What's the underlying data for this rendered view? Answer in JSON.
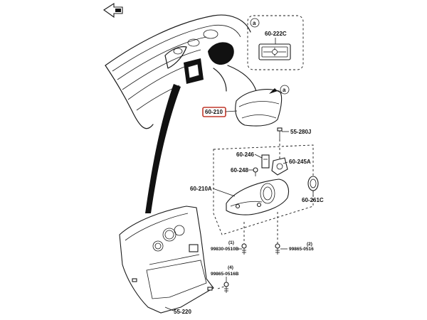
{
  "parts": {
    "p_60_222C": "60-222C",
    "p_60_210": "60-210",
    "p_55_280J": "55-280J",
    "p_60_246": "60-246",
    "p_60_245A": "60-245A",
    "p_60_248": "60-248",
    "p_60_210A": "60-210A",
    "p_60_261C": "60-261C",
    "p_99830": "99830-0510B",
    "p_99865_a": "99865-0516",
    "p_99865_b": "99865-0516B",
    "p_55_220": "55-220"
  },
  "qty": {
    "q1": "(1)",
    "q2": "(2)",
    "q4": "(4)"
  },
  "callouts": {
    "detail_letter": "a",
    "ref_letter": "a"
  },
  "colors": {
    "highlight": "#c0392b",
    "ink": "#1a1a1a"
  }
}
